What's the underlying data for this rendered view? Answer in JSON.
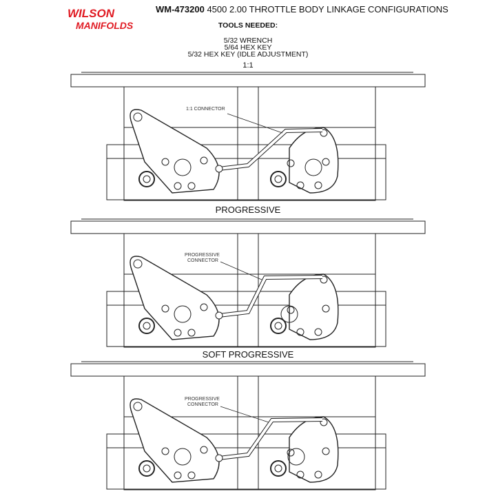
{
  "logo": {
    "line1": "WILSON",
    "line2": "MANIFOLDS",
    "color": "#e01a22"
  },
  "header": {
    "part_number": "WM-473200",
    "title": "4500 2.00 THROTTLE BODY LINKAGE CONFIGURATIONS"
  },
  "tools": {
    "heading": "TOOLS NEEDED:",
    "items": [
      "5/32 WRENCH",
      "5/64 HEX KEY",
      "5/32 HEX KEY (IDLE  ADJUSTMENT)"
    ]
  },
  "configurations": [
    {
      "label": "1:1",
      "connector_label": "1:1 CONNECTOR"
    },
    {
      "label": "PROGRESSIVE",
      "connector_label": [
        "PROGRESSIVE",
        "CONNECTOR"
      ]
    },
    {
      "label": "SOFT PROGRESSIVE",
      "connector_label": [
        "PROGRESSIVE",
        "CONNECTOR"
      ]
    }
  ]
}
